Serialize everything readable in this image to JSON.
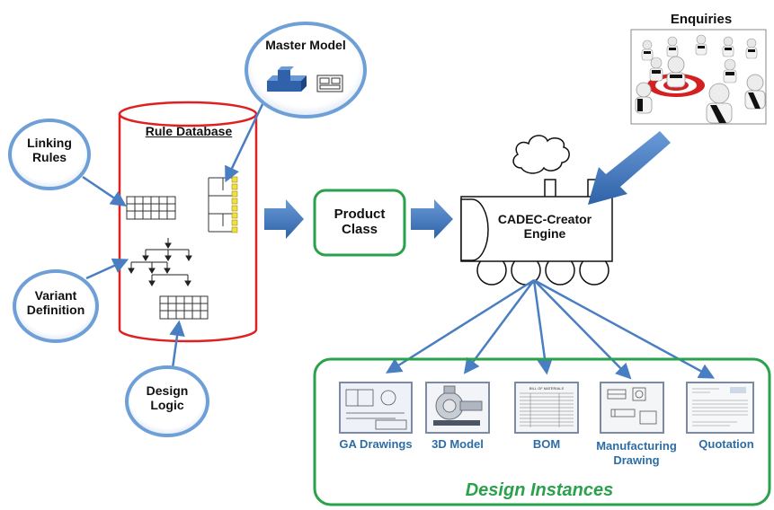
{
  "rule_database": {
    "title": "Rule Database"
  },
  "bubbles": {
    "master_model": "Master Model",
    "linking_rules": [
      "Linking",
      "Rules"
    ],
    "variant_definition": [
      "Variant",
      "Definition"
    ],
    "design_logic": [
      "Design",
      "Logic"
    ]
  },
  "product_class": [
    "Product",
    "Class"
  ],
  "engine": [
    "CADEC-Creator",
    "Engine"
  ],
  "enquiries": "Enquiries",
  "outputs": {
    "ga_drawings": [
      "GA Drawings"
    ],
    "model_3d": [
      "3D Model"
    ],
    "bom": [
      "BOM"
    ],
    "manufacturing_drawing": [
      "Manufacturing",
      "Drawing"
    ],
    "quotation": [
      "Quotation"
    ]
  },
  "bom_doc_header": "BILL OF MATERIALS",
  "design_instances": "Design Instances",
  "colors": {
    "arrow_blue": "#4a7ec2",
    "cylinder_red": "#e02020",
    "green_frame": "#2aa14b",
    "label_blue": "#2e6da4",
    "bubble_border": "#6e9fd6"
  }
}
